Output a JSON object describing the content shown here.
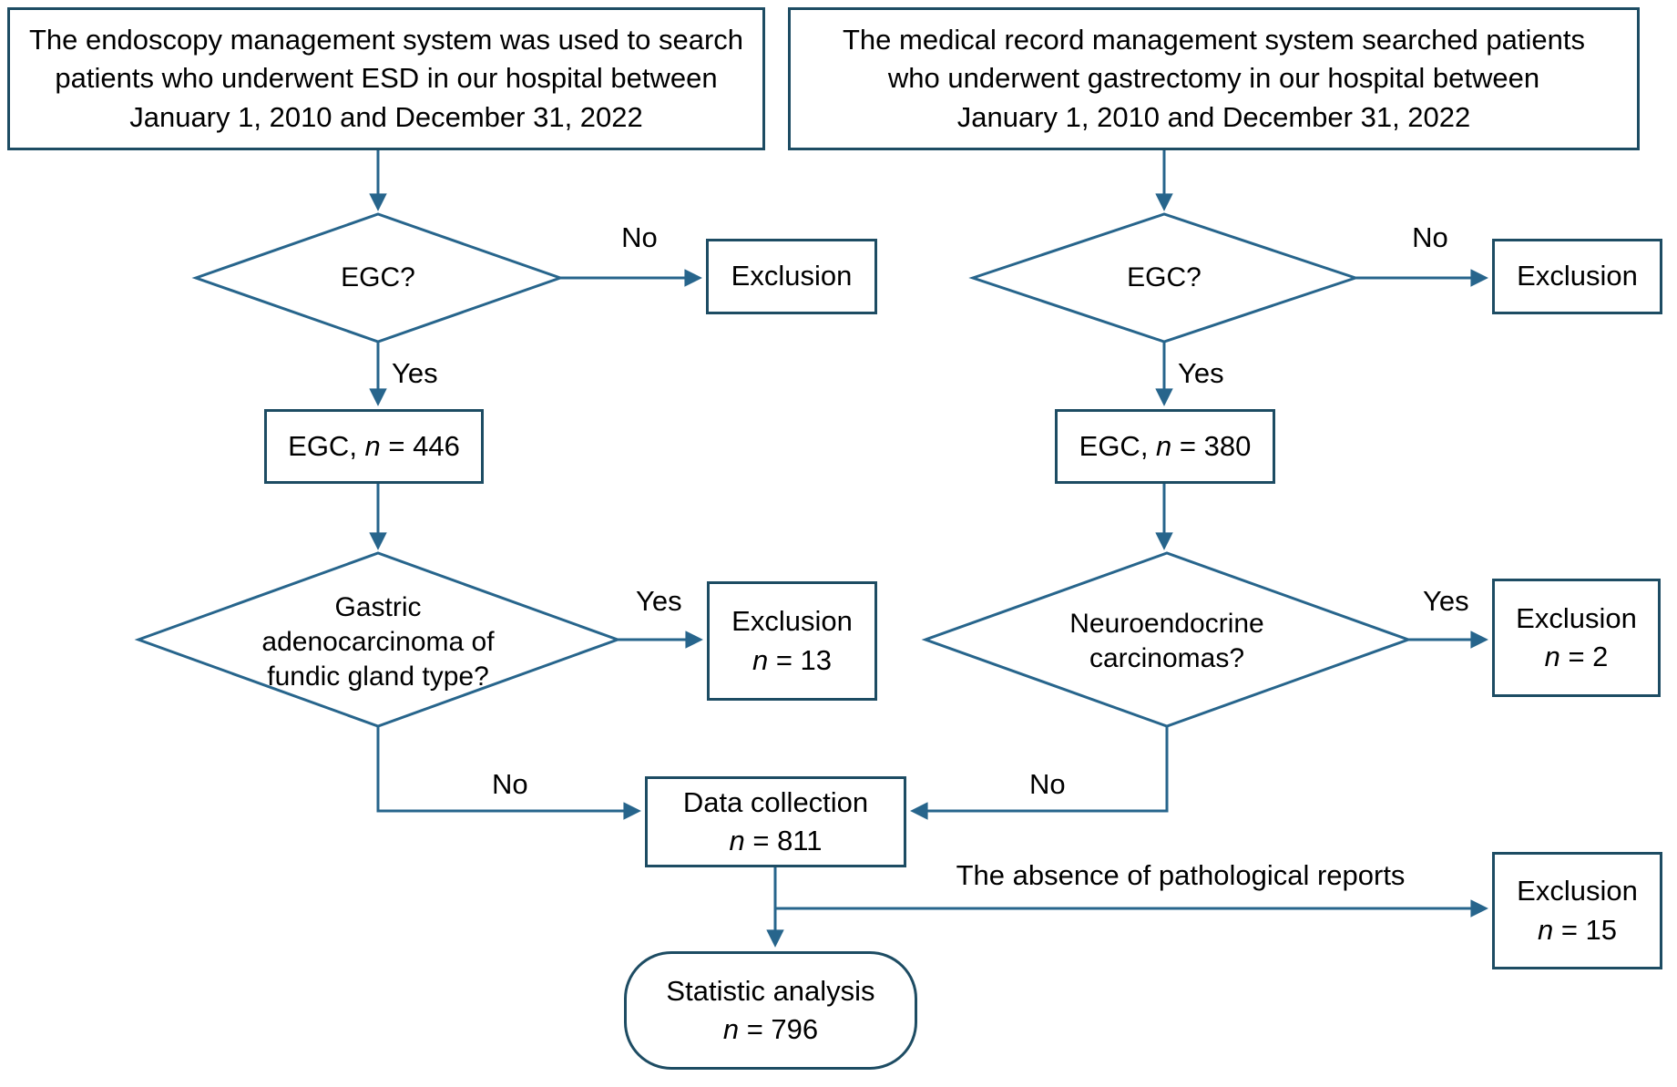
{
  "palette": {
    "box_border": "#1d4c63",
    "connector": "#27658c",
    "text": "#000000"
  },
  "left_branch": {
    "source": "The endoscopy management system was used to search patients who underwent ESD in our hospital between January 1, 2010 and December 31, 2022",
    "egc_question": "EGC?",
    "no_label": "No",
    "exclusion": "Exclusion",
    "yes_label": "Yes",
    "egc_count": {
      "prefix": "EGC, ",
      "var": "n",
      "rest": " = 446"
    },
    "type_question": "Gastric adenocarcinoma of fundic gland type?",
    "type_yes_label": "Yes",
    "type_exclusion": {
      "title": "Exclusion",
      "var": "n",
      "rest": " = 13"
    },
    "type_no_label": "No"
  },
  "right_branch": {
    "source": "The medical record management system searched patients who underwent gastrectomy in our hospital between January 1, 2010 and December 31, 2022",
    "egc_question": "EGC?",
    "no_label": "No",
    "exclusion": "Exclusion",
    "yes_label": "Yes",
    "egc_count": {
      "prefix": "EGC, ",
      "var": "n",
      "rest": " = 380"
    },
    "type_question": "Neuroendocrine carcinomas?",
    "type_yes_label": "Yes",
    "type_exclusion": {
      "title": "Exclusion",
      "var": "n",
      "rest": " = 2"
    },
    "type_no_label": "No"
  },
  "merge": {
    "data_collection": {
      "title": "Data collection",
      "var": "n",
      "rest": " = 811"
    },
    "pathology_note": "The absence of pathological reports",
    "pathology_exclusion": {
      "title": "Exclusion",
      "var": "n",
      "rest": " = 15"
    },
    "statistic_analysis": {
      "title": "Statistic analysis",
      "var": "n",
      "rest": " = 796"
    }
  }
}
